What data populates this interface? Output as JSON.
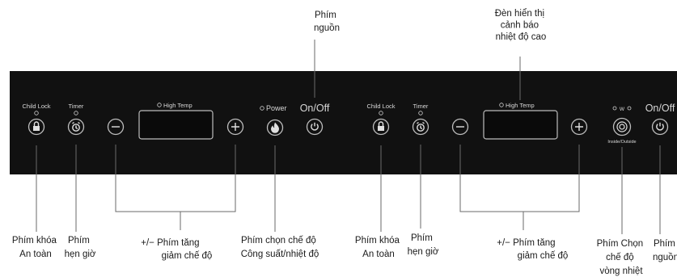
{
  "panel": {
    "left_zone": {
      "child_lock_label": "Child Lock",
      "timer_label": "Timer",
      "high_temp_label": "High Temp",
      "power_label": "Power",
      "onoff_label": "On/Off"
    },
    "right_zone": {
      "child_lock_label": "Child Lock",
      "timer_label": "Timer",
      "high_temp_label": "High Temp",
      "mode_indicator_label": "W",
      "inside_outside_label": "Inside/Outside",
      "onoff_label": "On/Off"
    }
  },
  "callouts": {
    "left_power_key": [
      "Phím",
      "nguồn"
    ],
    "high_temp_warning": [
      "Đèn hiển thị",
      "cảnh báo",
      "nhiệt độ cao"
    ],
    "left_child_lock": [
      "Phím khóa",
      "An toàn"
    ],
    "left_timer": [
      "Phím",
      "hẹn giờ"
    ],
    "left_plus_minus": [
      "+/− Phím tăng",
      "giảm chế độ"
    ],
    "mode_select": [
      "Phím chọn chế độ",
      "Công suất/nhiệt độ"
    ],
    "right_child_lock": [
      "Phím khóa",
      "An toàn"
    ],
    "right_timer": [
      "Phím",
      "hẹn giờ"
    ],
    "right_plus_minus": [
      "+/− Phím tăng",
      "giảm chế độ"
    ],
    "ring_select": [
      "Phím Chọn",
      "chế độ",
      "vòng nhiệt"
    ],
    "right_power_key": [
      "Phím",
      "nguồn"
    ]
  },
  "colors": {
    "panel": "#111111",
    "ring": "#bdbdbd",
    "leader": "#6a6a6a"
  },
  "icons": [
    "lock-icon",
    "alarm-clock-icon",
    "minus-icon",
    "plus-icon",
    "flame-icon",
    "power-icon",
    "ring-select-icon"
  ]
}
